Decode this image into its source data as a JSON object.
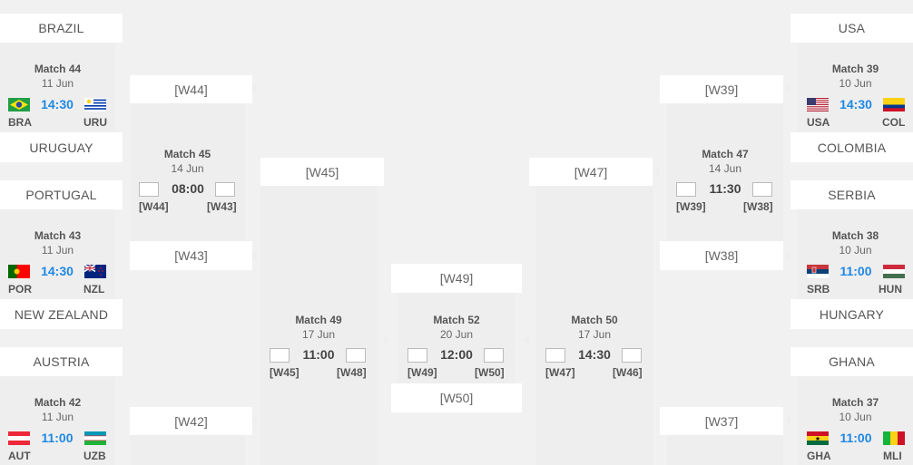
{
  "left_r16": [
    {
      "top_team": "BRAZIL",
      "bottom_team": "URUGUAY",
      "match": "Match 44",
      "date": "11 Jun",
      "time": "14:30",
      "home_code": "BRA",
      "away_code": "URU",
      "home_flag": "brazil-flag",
      "away_flag": "uruguay-flag"
    },
    {
      "top_team": "PORTUGAL",
      "bottom_team": "NEW ZEALAND",
      "match": "Match 43",
      "date": "11 Jun",
      "time": "14:30",
      "home_code": "POR",
      "away_code": "NZL",
      "home_flag": "portugal-flag",
      "away_flag": "new-zealand-flag"
    },
    {
      "top_team": "AUSTRIA",
      "match": "Match 42",
      "date": "11 Jun",
      "time": "11:00",
      "home_code": "AUT",
      "away_code": "UZB",
      "home_flag": "austria-flag",
      "away_flag": "uzbekistan-flag"
    }
  ],
  "right_r16": [
    {
      "top_team": "USA",
      "bottom_team": "COLOMBIA",
      "match": "Match 39",
      "date": "10 Jun",
      "time": "14:30",
      "home_code": "USA",
      "away_code": "COL",
      "home_flag": "usa-flag",
      "away_flag": "colombia-flag"
    },
    {
      "top_team": "SERBIA",
      "bottom_team": "HUNGARY",
      "match": "Match 38",
      "date": "10 Jun",
      "time": "11:00",
      "home_code": "SRB",
      "away_code": "HUN",
      "home_flag": "serbia-flag",
      "away_flag": "hungary-flag"
    },
    {
      "top_team": "GHANA",
      "match": "Match 37",
      "date": "10 Jun",
      "time": "11:00",
      "home_code": "GHA",
      "away_code": "MLI",
      "home_flag": "ghana-flag",
      "away_flag": "mali-flag"
    }
  ],
  "qf_left": {
    "top": "[W44]",
    "bottom": "[W43]",
    "match": "Match 45",
    "date": "14 Jun",
    "time": "08:00",
    "home": "[W44]",
    "away": "[W43]",
    "next_top": "[W42]"
  },
  "qf_right": {
    "top": "[W39]",
    "bottom": "[W38]",
    "match": "Match 47",
    "date": "14 Jun",
    "time": "11:30",
    "home": "[W39]",
    "away": "[W38]",
    "next_top": "[W37]"
  },
  "sf_left": {
    "top": "[W45]",
    "match": "Match 49",
    "date": "17 Jun",
    "time": "11:00",
    "home": "[W45]",
    "away": "[W48]"
  },
  "sf_right": {
    "top": "[W47]",
    "match": "Match 50",
    "date": "17 Jun",
    "time": "14:30",
    "home": "[W47]",
    "away": "[W46]"
  },
  "final": {
    "top": "[W49]",
    "bottom": "[W50]",
    "match": "Match 52",
    "date": "20 Jun",
    "time": "12:00",
    "home": "[W49]",
    "away": "[W50]"
  }
}
